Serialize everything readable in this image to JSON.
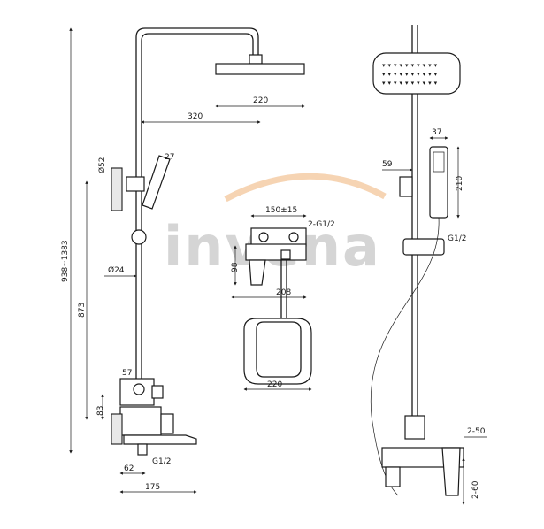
{
  "watermark": {
    "text": "invena",
    "accent_color": "#f4b67a",
    "text_color": "#cfcfcf"
  },
  "left_view": {
    "arm_length": "320",
    "head_width": "220",
    "hand_shower_diameter": "27",
    "holder_diameter": "Ø52",
    "pipe_diameter": "Ø24",
    "total_height": "938~1383",
    "pipe_height": "873",
    "mixer_offset": "57",
    "mixer_height": "83",
    "connection": "G1/2",
    "spout_offset": "62",
    "total_depth": "175"
  },
  "middle_view": {
    "spacing": "150±15",
    "connection": "2-G1/2",
    "height": "98",
    "depth": "208",
    "head_size": "220"
  },
  "right_view": {
    "hand_width": "37",
    "holder_offset": "59",
    "hand_length": "210",
    "hose_connection": "G1/2",
    "mixer_top": "2-50",
    "mixer_bottom": "2-60"
  }
}
